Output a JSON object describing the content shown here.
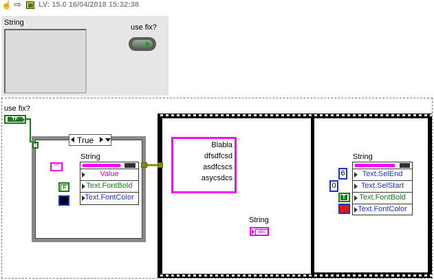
{
  "toolbar": {
    "title": "LV: 15.0 16/04/2018 15:32:38"
  },
  "front_panel": {
    "string_label": "String",
    "use_fix_label": "use fix?",
    "string_value": ""
  },
  "block": {
    "use_fix_terminal_label": "use fix?",
    "use_fix_terminal_text": "TF",
    "case_selector": "True",
    "case_string_label": "String",
    "case_props": [
      "Value",
      "Text.FontBold",
      "Text.FontColor"
    ],
    "case_quote_const": "\"\"",
    "false_const": "F",
    "seq1_constant_lines": [
      "Blabla",
      "dfsdfcsd",
      "asdfcscs",
      "asycsdcs"
    ],
    "seq1_string_label": "String",
    "seq1_string_terminal": "abc",
    "seq2_string_label": "String",
    "seq2_props": [
      "Text.SelEnd",
      "Text.SelStart",
      "Text.FontBold",
      "Text.FontColor"
    ],
    "sel_end_value": "6",
    "sel_start_value": "0",
    "true_const": "T",
    "question_mark": "?"
  },
  "colors": {
    "panel_bg": "#e6e6e6",
    "string_bg": "#dcdcdc",
    "string_wire": "#ff00ff",
    "bool_wire": "#1a7a1a",
    "prop_blue": "#1a32c8",
    "red_const": "#ee1111",
    "black_const": "#000000"
  }
}
